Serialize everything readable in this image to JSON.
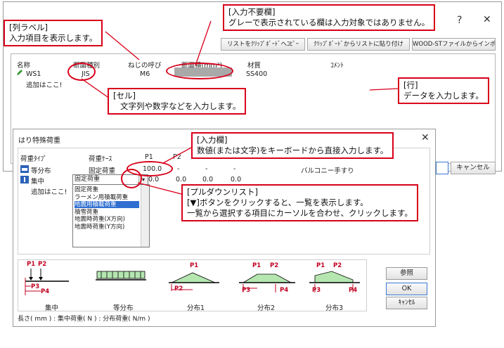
{
  "top_dialog": {
    "close_glyph": "✕",
    "help_glyph": "?",
    "buttons": [
      "リストをｸﾘｯﾌﾟﾎﾞｰﾄﾞへｺﾋﾟｰ",
      "ｸﾘｯﾌﾟﾎﾞｰﾄﾞからリストに貼り付け",
      "WOOD-STファイルからインポート"
    ],
    "columns": [
      "名称",
      "断面種別",
      "ねじの呼び",
      "断面積(mm²)",
      "材質",
      "ｺﾒﾝﾄ"
    ],
    "rows": [
      {
        "name": "WS1",
        "type": "JIS",
        "screw": "M6",
        "area": "",
        "material": "SS400",
        "comment": ""
      }
    ],
    "add_row": "追加はここ!",
    "cancel_label": "キャンセル"
  },
  "bottom_dialog": {
    "title": "はり特殊荷重",
    "close_glyph": "✕",
    "columns": [
      "荷重ﾀｲﾌﾟ",
      "荷重ｹｰｽ",
      "P1",
      "P2"
    ],
    "rows": [
      {
        "type": "等分布",
        "case": "固定荷重",
        "p1": "100.0",
        "p2": "-",
        "c3": "-",
        "c4": "-",
        "comment": "バルコニー手すり"
      },
      {
        "type": "集中",
        "case": "固定荷重",
        "p1": "0.0",
        "p2": "0.0",
        "c3": "0.0",
        "c4": "0.0"
      }
    ],
    "add_row": "追加はここ!",
    "dropdown_options": [
      "固定荷重",
      "ラーメン用積載荷重",
      "地震用積載荷重",
      "積雪荷重",
      "地震時荷重(X方向)",
      "地震時荷重(Y方向)"
    ],
    "dropdown_selected_index": 2,
    "diagram_labels": [
      "集中",
      "等分布",
      "分布1",
      "分布2",
      "分布3"
    ],
    "point_labels": {
      "p1": "P1",
      "p2": "P2",
      "p3": "P3",
      "p4": "P4"
    },
    "side_buttons": [
      "参照",
      "OK",
      "ｷｬﾝｾﾙ"
    ],
    "status_text": "長さ( mm ) : 集中荷重( N ) : 分布荷重( N/m )"
  },
  "callouts": {
    "column_label": {
      "title": "[列ラベル]",
      "body": "入力項目を表示します。"
    },
    "no_input": {
      "title": "[入力不要欄]",
      "body": "グレーで表示されている欄は入力対象ではありません。"
    },
    "cell": {
      "title": "[セル]",
      "body": "文字列や数字などを入力します。"
    },
    "row": {
      "title": "[行]",
      "body": "データを入力します。"
    },
    "input_field": {
      "title": "[入力欄]",
      "body": "数値(または文字)をキーボードから直接入力します。"
    },
    "pulldown": {
      "title": "[プルダウンリスト]",
      "body1": "[▼]ボタンをクリックすると、一覧を表示します。",
      "body2": "一覧から選択する項目にカーソルを合わせ、クリックします。"
    }
  },
  "colors": {
    "accent": "#d8001a",
    "selected": "#2f6fd0",
    "diagram_fill": "#b5e6b0"
  }
}
